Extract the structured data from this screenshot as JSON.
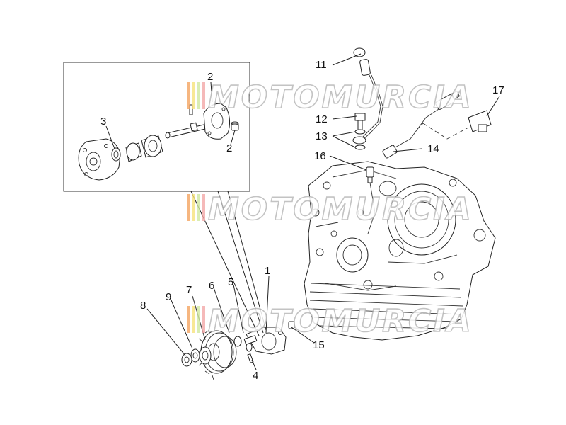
{
  "watermark": {
    "text": "MOTOMURCIA",
    "stripe_colors": [
      "#f4a460",
      "#f6e27a",
      "#cfe8a0",
      "#f2a7a7"
    ]
  },
  "callouts": [
    {
      "id": "c11",
      "text": "11"
    },
    {
      "id": "c17",
      "text": "17"
    },
    {
      "id": "c2a",
      "text": "2"
    },
    {
      "id": "c3",
      "text": "3"
    },
    {
      "id": "c2b",
      "text": "2"
    },
    {
      "id": "c12",
      "text": "12"
    },
    {
      "id": "c13",
      "text": "13"
    },
    {
      "id": "c16",
      "text": "16"
    },
    {
      "id": "c14",
      "text": "14"
    },
    {
      "id": "c1",
      "text": "1"
    },
    {
      "id": "c5",
      "text": "5"
    },
    {
      "id": "c6",
      "text": "6"
    },
    {
      "id": "c7",
      "text": "7"
    },
    {
      "id": "c9",
      "text": "9"
    },
    {
      "id": "c8",
      "text": "8"
    },
    {
      "id": "c15",
      "text": "15"
    },
    {
      "id": "c4",
      "text": "4"
    }
  ]
}
